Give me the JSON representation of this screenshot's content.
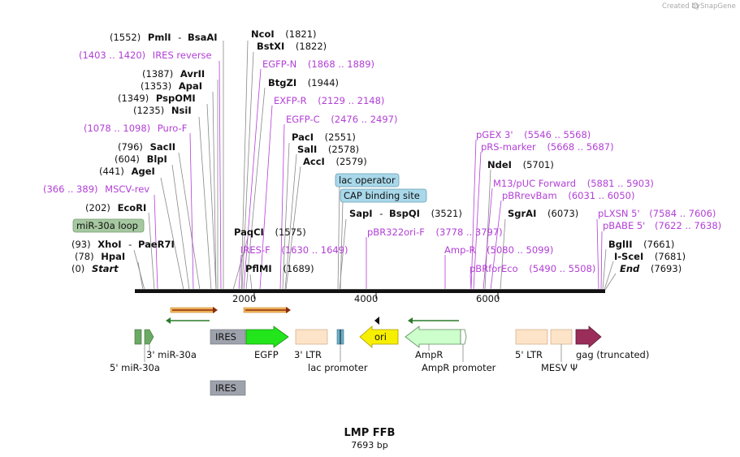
{
  "credit": "Created by",
  "brand": "SnapGene",
  "title": "LMP FFB",
  "length": "7693 bp",
  "ticks": [
    "2000",
    "4000",
    "6000"
  ],
  "sites": [
    {
      "name": "PmlI",
      "extra": "BsaAI",
      "pos": "(1552)",
      "kind": "enzyme"
    },
    {
      "name": "IRES reverse",
      "range": "(1403 .. 1420)",
      "kind": "primer"
    },
    {
      "name": "AvrII",
      "pos": "(1387)",
      "kind": "enzyme"
    },
    {
      "name": "ApaI",
      "pos": "(1353)",
      "kind": "enzyme"
    },
    {
      "name": "PspOMI",
      "pos": "(1349)",
      "kind": "enzyme"
    },
    {
      "name": "NsiI",
      "pos": "(1235)",
      "kind": "enzyme"
    },
    {
      "name": "Puro-F",
      "range": "(1078 .. 1098)",
      "kind": "primer"
    },
    {
      "name": "SacII",
      "pos": "(796)",
      "kind": "enzyme"
    },
    {
      "name": "BlpI",
      "pos": "(604)",
      "kind": "enzyme"
    },
    {
      "name": "AgeI",
      "pos": "(441)",
      "kind": "enzyme"
    },
    {
      "name": "MSCV-rev",
      "range": "(366 .. 389)",
      "kind": "primer"
    },
    {
      "name": "EcoRI",
      "pos": "(202)",
      "kind": "enzyme"
    },
    {
      "name": "miR-30a loop",
      "kind": "feature"
    },
    {
      "name": "XhoI",
      "extra": "PaeR7I",
      "pos": "(93)",
      "kind": "enzyme"
    },
    {
      "name": "HpaI",
      "pos": "(78)",
      "kind": "enzyme"
    },
    {
      "name": "Start",
      "pos": "(0)",
      "kind": "end"
    },
    {
      "name": "NcoI",
      "pos": "(1821)",
      "kind": "enzyme"
    },
    {
      "name": "BstXI",
      "pos": "(1822)",
      "kind": "enzyme"
    },
    {
      "name": "EGFP-N",
      "range": "(1868 .. 1889)",
      "kind": "primer"
    },
    {
      "name": "BtgZI",
      "pos": "(1944)",
      "kind": "enzyme"
    },
    {
      "name": "EXFP-R",
      "range": "(2129 .. 2148)",
      "kind": "primer"
    },
    {
      "name": "EGFP-C",
      "range": "(2476 .. 2497)",
      "kind": "primer"
    },
    {
      "name": "PacI",
      "pos": "(2551)",
      "kind": "enzyme"
    },
    {
      "name": "SalI",
      "pos": "(2578)",
      "kind": "enzyme"
    },
    {
      "name": "AccI",
      "pos": "(2579)",
      "kind": "enzyme"
    },
    {
      "name": "PaqCI",
      "pos": "(1575)",
      "kind": "enzyme"
    },
    {
      "name": "IRES-F",
      "range": "(1630 .. 1649)",
      "kind": "primer"
    },
    {
      "name": "PflMI",
      "pos": "(1689)",
      "kind": "enzyme"
    },
    {
      "name": "lac operator",
      "kind": "feature"
    },
    {
      "name": "CAP binding site",
      "kind": "feature"
    },
    {
      "name": "SapI",
      "extra": "BspQI",
      "pos": "(3521)",
      "kind": "enzyme"
    },
    {
      "name": "pBR322ori-F",
      "range": "(3778 .. 3797)",
      "kind": "primer"
    },
    {
      "name": "Amp-R",
      "range": "(5080 .. 5099)",
      "kind": "primer"
    },
    {
      "name": "pGEX 3'",
      "range": "(5546 .. 5568)",
      "kind": "primer"
    },
    {
      "name": "pRS-marker",
      "range": "(5668 .. 5687)",
      "kind": "primer"
    },
    {
      "name": "NdeI",
      "pos": "(5701)",
      "kind": "enzyme"
    },
    {
      "name": "M13/pUC Forward",
      "range": "(5881 .. 5903)",
      "kind": "primer"
    },
    {
      "name": "pBRrevBam",
      "range": "(6031 .. 6050)",
      "kind": "primer"
    },
    {
      "name": "SgrAI",
      "pos": "(6073)",
      "kind": "enzyme"
    },
    {
      "name": "pBRforEco",
      "range": "(5490 .. 5508)",
      "kind": "primer"
    },
    {
      "name": "pLXSN 5'",
      "range": "(7584 .. 7606)",
      "kind": "primer"
    },
    {
      "name": "pBABE 5'",
      "range": "(7622 .. 7638)",
      "kind": "primer"
    },
    {
      "name": "BglII",
      "pos": "(7661)",
      "kind": "enzyme"
    },
    {
      "name": "I-SceI",
      "pos": "(7681)",
      "kind": "enzyme"
    },
    {
      "name": "End",
      "pos": "(7693)",
      "kind": "end"
    }
  ],
  "features": {
    "ires": "IRES",
    "ires2": "IRES",
    "mir30a_3": "3' miR-30a",
    "mir30a_5": "5' miR-30a",
    "egfp": "EGFP",
    "ltr3": "3' LTR",
    "lac_promoter": "lac promoter",
    "ori": "ori",
    "ampr": "AmpR",
    "ampr_promoter": "AmpR promoter",
    "ltr5": "5' LTR",
    "mesv": "MESV Ψ",
    "gag": "gag (truncated)"
  },
  "colors": {
    "primer": "#b23fd6",
    "egfp": "#22e51b",
    "ltr": "#fde3c8",
    "ori": "#f7ef00",
    "ampr": "#ccffcc",
    "gag": "#9a2d5a",
    "ires": "#9ea2ac",
    "lac": "#a8d8ea",
    "mir": "#a6c8a0",
    "orf": "#f2b65a"
  }
}
